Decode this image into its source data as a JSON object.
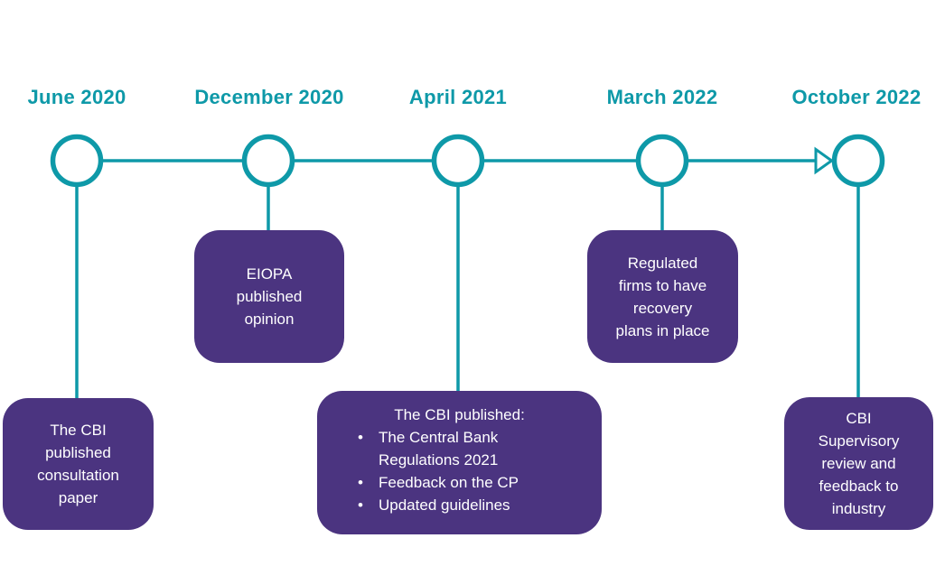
{
  "diagram": {
    "type": "timeline",
    "milestones": [
      {
        "date": "June 2020",
        "card": {
          "text": "The CBI\npublished\nconsultation\npaper"
        }
      },
      {
        "date": "December 2020",
        "card": {
          "text": "EIOPA\npublished\nopinion"
        }
      },
      {
        "date": "April 2021",
        "card": {
          "title": "The CBI published:",
          "bullets": [
            "The Central Bank\nRegulations 2021",
            "Feedback on the CP",
            "Updated guidelines"
          ]
        }
      },
      {
        "date": "March 2022",
        "card": {
          "text": "Regulated\nfirms to have\nrecovery\nplans in place"
        }
      },
      {
        "date": "October 2022",
        "card": {
          "text": "CBI\nSupervisory\nreview and\nfeedback to\nindustry"
        }
      }
    ]
  },
  "colors": {
    "teal": "#0E99A8",
    "purple": "#4B3480",
    "card_text": "#FFFFFF",
    "background": "#FFFFFF"
  }
}
